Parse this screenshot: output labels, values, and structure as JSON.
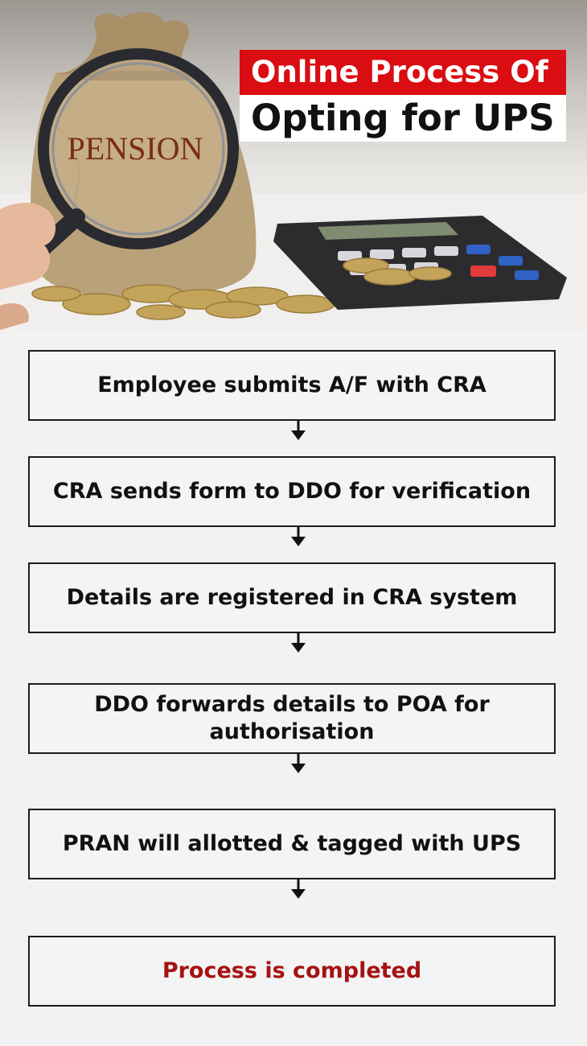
{
  "header": {
    "title_line1": "Online Process Of",
    "title_line2": "Opting for UPS",
    "bag_label": "PENSION"
  },
  "colors": {
    "title_red": "#d90d12",
    "final_step_text": "#a51212",
    "box_border": "#1c1c1c"
  },
  "flow": {
    "steps": [
      "Employee submits A/F with CRA",
      "CRA sends form to DDO for verification",
      "Details are registered in CRA system",
      "DDO forwards details to POA for authorisation",
      "PRAN will allotted & tagged with UPS",
      "Process is completed"
    ]
  }
}
